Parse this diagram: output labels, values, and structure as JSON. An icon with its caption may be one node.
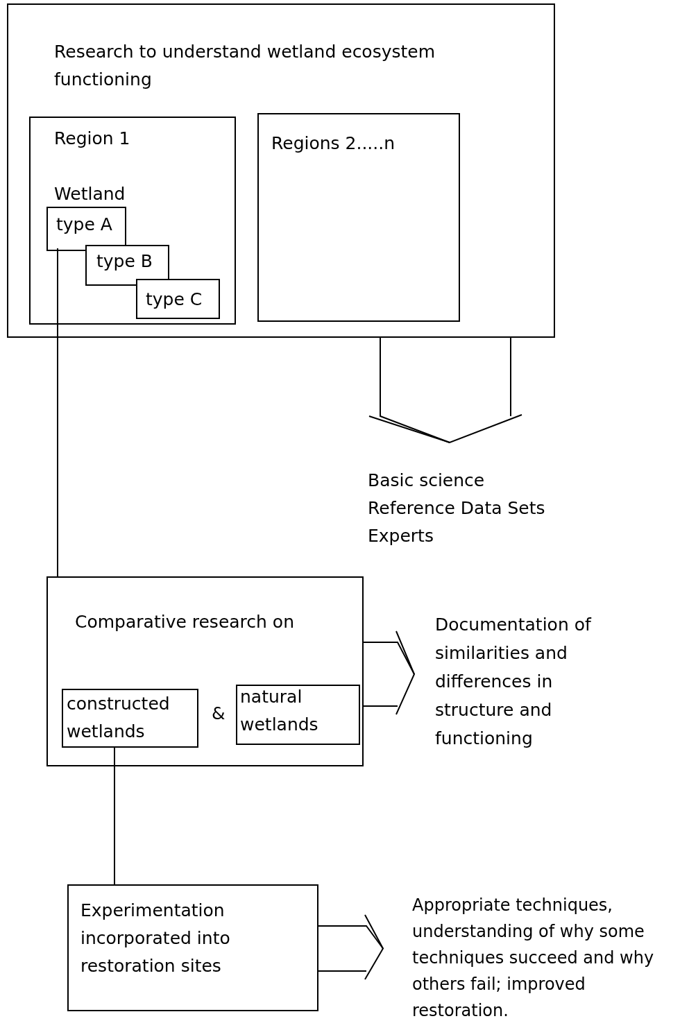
{
  "diagram": {
    "nodes": [
      {
        "text": [
          "Research to understand wetland ecosystem functioning"
        ]
      },
      {
        "text": [
          "Region 1",
          "Wetland"
        ],
        "in": 0
      },
      {
        "text": [
          "type A"
        ],
        "in": 1
      },
      {
        "text": [
          "type B"
        ],
        "in": 1
      },
      {
        "text": [
          "type C"
        ],
        "in": 1
      },
      {
        "text": [
          "Regions 2.....n"
        ],
        "in": 0
      },
      {
        "text": [
          "Basic science",
          "Reference Data Sets",
          "Experts"
        ]
      },
      {
        "text": [
          "Comparative research on",
          "&"
        ]
      },
      {
        "text": [
          "constructed wetlands"
        ],
        "in": 7
      },
      {
        "text": [
          "natural wetlands"
        ],
        "in": 7
      },
      {
        "text": [
          "Documentation of similarities and differences in structure and functioning"
        ]
      },
      {
        "text": [
          "Experimentation incorporated into restoration sites"
        ]
      },
      {
        "text": [
          "Appropriate techniques, understanding of why some techniques succeed and why others fail; improved restoration."
        ]
      }
    ],
    "edges": [
      {
        "from": 2,
        "to": 7,
        "arrow": "none"
      },
      {
        "from": 0,
        "to": 6,
        "arrow": "to"
      },
      {
        "from": 7,
        "to": 10,
        "arrow": "to"
      },
      {
        "from": 8,
        "to": 11,
        "arrow": "none"
      },
      {
        "from": 11,
        "to": 12,
        "arrow": "to"
      }
    ]
  }
}
